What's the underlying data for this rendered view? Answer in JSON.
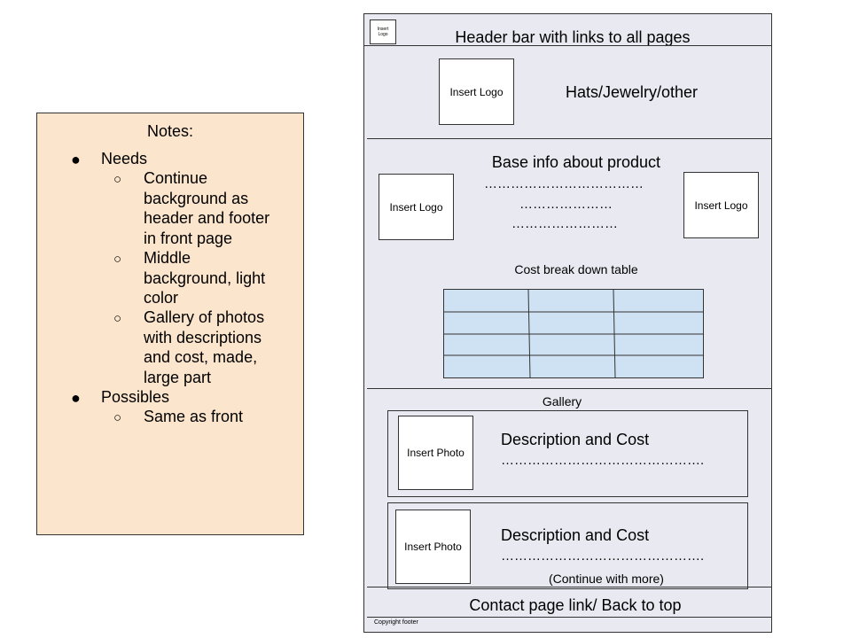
{
  "notes": {
    "title": "Notes:",
    "needs_label": "Needs",
    "needs_items": [
      [
        "Continue",
        "background as",
        "header and footer",
        "in front page"
      ],
      [
        "Middle",
        "background, light",
        "color"
      ],
      [
        "Gallery of photos",
        "with descriptions",
        "and cost, made,",
        "large part"
      ]
    ],
    "possibles_label": "Possibles",
    "possibles_items": [
      [
        "Same as front"
      ]
    ],
    "colors": {
      "background": "#fce5cd"
    }
  },
  "wireframe": {
    "header": {
      "small_logo_line1": "Insert",
      "small_logo_line2": "Logo",
      "title": "Header bar with links to all pages"
    },
    "category": {
      "logo_label": "Insert Logo",
      "text": "Hats/Jewelry/other"
    },
    "product": {
      "title": "Base info about product",
      "dots_line1": "………………………………",
      "dots_line2": "…………………",
      "dots_line3": "……………………",
      "left_logo_label": "Insert Logo",
      "right_logo_label": "Insert Logo",
      "table_title": "Cost break down table",
      "table_rows": 4,
      "table_cols": 3,
      "table_color": "#cfe2f3"
    },
    "gallery": {
      "title": "Gallery",
      "cards": [
        {
          "photo_label": "Insert Photo",
          "title": "Description and Cost",
          "dots": "………………………………………."
        },
        {
          "photo_label": "Insert Photo",
          "title": "Description and Cost",
          "dots": "………………………………………."
        }
      ],
      "continue_text": "(Continue with more)"
    },
    "footer": {
      "link_text": "Contact page link/ Back to top",
      "copyright": "Copyright footer"
    },
    "colors": {
      "background": "#e9e9f2"
    }
  }
}
